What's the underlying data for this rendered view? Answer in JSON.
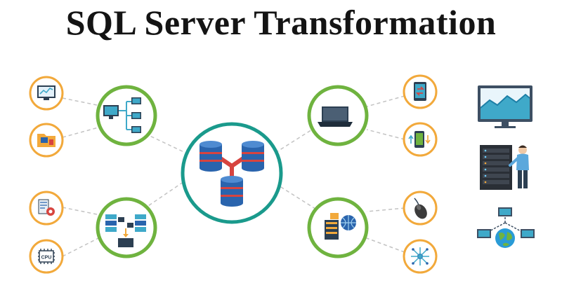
{
  "title": "SQL Server Transformation",
  "colors": {
    "green": "#6fb33f",
    "teal": "#1a9a8c",
    "orange": "#f2a93b",
    "connector": "#c3c3c3",
    "db_blue": "#2a64ad",
    "db_red": "#d7443f",
    "monitor_teal": "#3fa9c9"
  },
  "nodes": {
    "center": {
      "icon": "database-cluster-icon"
    },
    "hubs": [
      {
        "id": "hub-network-monitors",
        "icon": "network-monitors-icon"
      },
      {
        "id": "hub-data-servers",
        "icon": "server-migration-icon"
      },
      {
        "id": "hub-laptop",
        "icon": "laptop-icon"
      },
      {
        "id": "hub-server-globe",
        "icon": "server-globe-icon"
      }
    ],
    "satellites": [
      {
        "id": "sat-monitor-chart",
        "icon": "monitor-chart-icon"
      },
      {
        "id": "sat-folder",
        "icon": "folder-icon"
      },
      {
        "id": "sat-gear-doc",
        "icon": "gear-document-icon"
      },
      {
        "id": "sat-cpu",
        "icon": "cpu-chip-icon",
        "label": "CPU"
      },
      {
        "id": "sat-tablet-arrows",
        "icon": "tablet-arrows-icon"
      },
      {
        "id": "sat-phone-sync",
        "icon": "phone-sync-icon"
      },
      {
        "id": "sat-mouse",
        "icon": "mouse-icon"
      },
      {
        "id": "sat-circuit",
        "icon": "circuit-icon"
      }
    ],
    "side_icons": [
      {
        "id": "side-analytics-monitor",
        "icon": "analytics-monitor-icon"
      },
      {
        "id": "side-server-engineer",
        "icon": "server-engineer-icon"
      },
      {
        "id": "side-global-network",
        "icon": "global-network-icon"
      }
    ]
  }
}
